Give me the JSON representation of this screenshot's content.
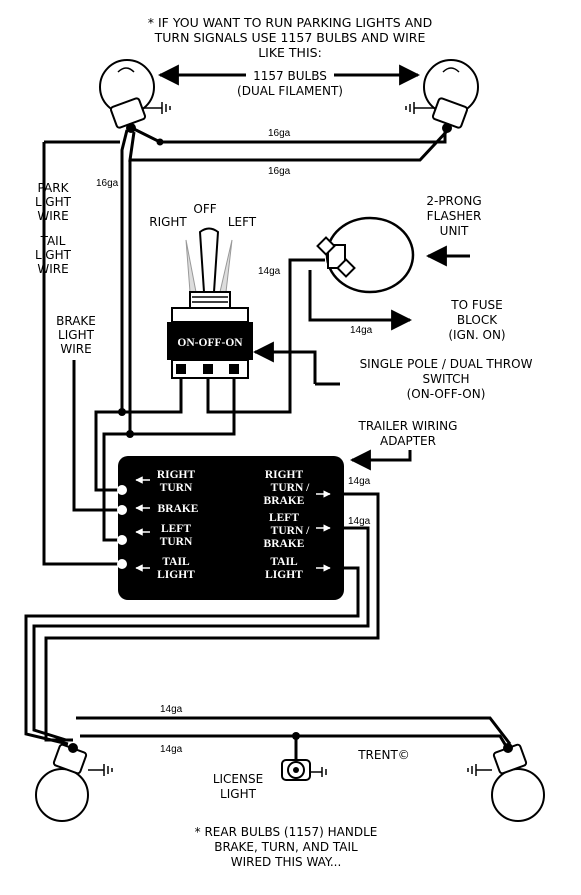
{
  "header_note": [
    "* IF YOU WANT TO RUN PARKING LIGHTS AND",
    "TURN SIGNALS USE 1157 BULBS AND WIRE",
    "LIKE THIS:"
  ],
  "bulbs_label": [
    "1157 BULBS",
    "(DUAL FILAMENT)"
  ],
  "wire_gauges": {
    "g1": "16ga",
    "g2": "16ga",
    "g3": "16ga",
    "g4": "14ga",
    "g5": "14ga",
    "g6": "14ga",
    "g7": "14ga",
    "g8": "14ga",
    "g9": "14ga"
  },
  "left_labels": {
    "park": [
      "PARK",
      "LIGHT",
      "WIRE"
    ],
    "tail": [
      "TAIL",
      "LIGHT",
      "WIRE"
    ],
    "brake": [
      "BRAKE",
      "LIGHT",
      "WIRE"
    ]
  },
  "switch": {
    "off": "OFF",
    "right": "RIGHT",
    "left": "LEFT",
    "plate": "ON-OFF-ON"
  },
  "flasher_label": [
    "2-PRONG",
    "FLASHER",
    "UNIT"
  ],
  "fuse_label": [
    "TO FUSE",
    "BLOCK",
    "(IGN. ON)"
  ],
  "switch_label": [
    "SINGLE POLE / DUAL THROW",
    "SWITCH",
    "(ON-OFF-ON)"
  ],
  "trailer_label": [
    "TRAILER WIRING",
    "ADAPTER"
  ],
  "adapter": {
    "left": [
      [
        "RIGHT",
        "TURN"
      ],
      [
        "BRAKE"
      ],
      [
        "LEFT",
        "TURN"
      ],
      [
        "TAIL",
        "LIGHT"
      ]
    ],
    "right": [
      [
        "RIGHT",
        "TURN /",
        "BRAKE"
      ],
      [
        "LEFT",
        "TURN /",
        "BRAKE"
      ],
      [
        "TAIL",
        "LIGHT"
      ]
    ]
  },
  "license_label": [
    "LICENSE",
    "LIGHT"
  ],
  "credit": "TRENT©",
  "footer_note": [
    "* REAR BULBS (1157) HANDLE",
    "BRAKE, TURN, AND TAIL",
    "WIRED THIS WAY..."
  ]
}
